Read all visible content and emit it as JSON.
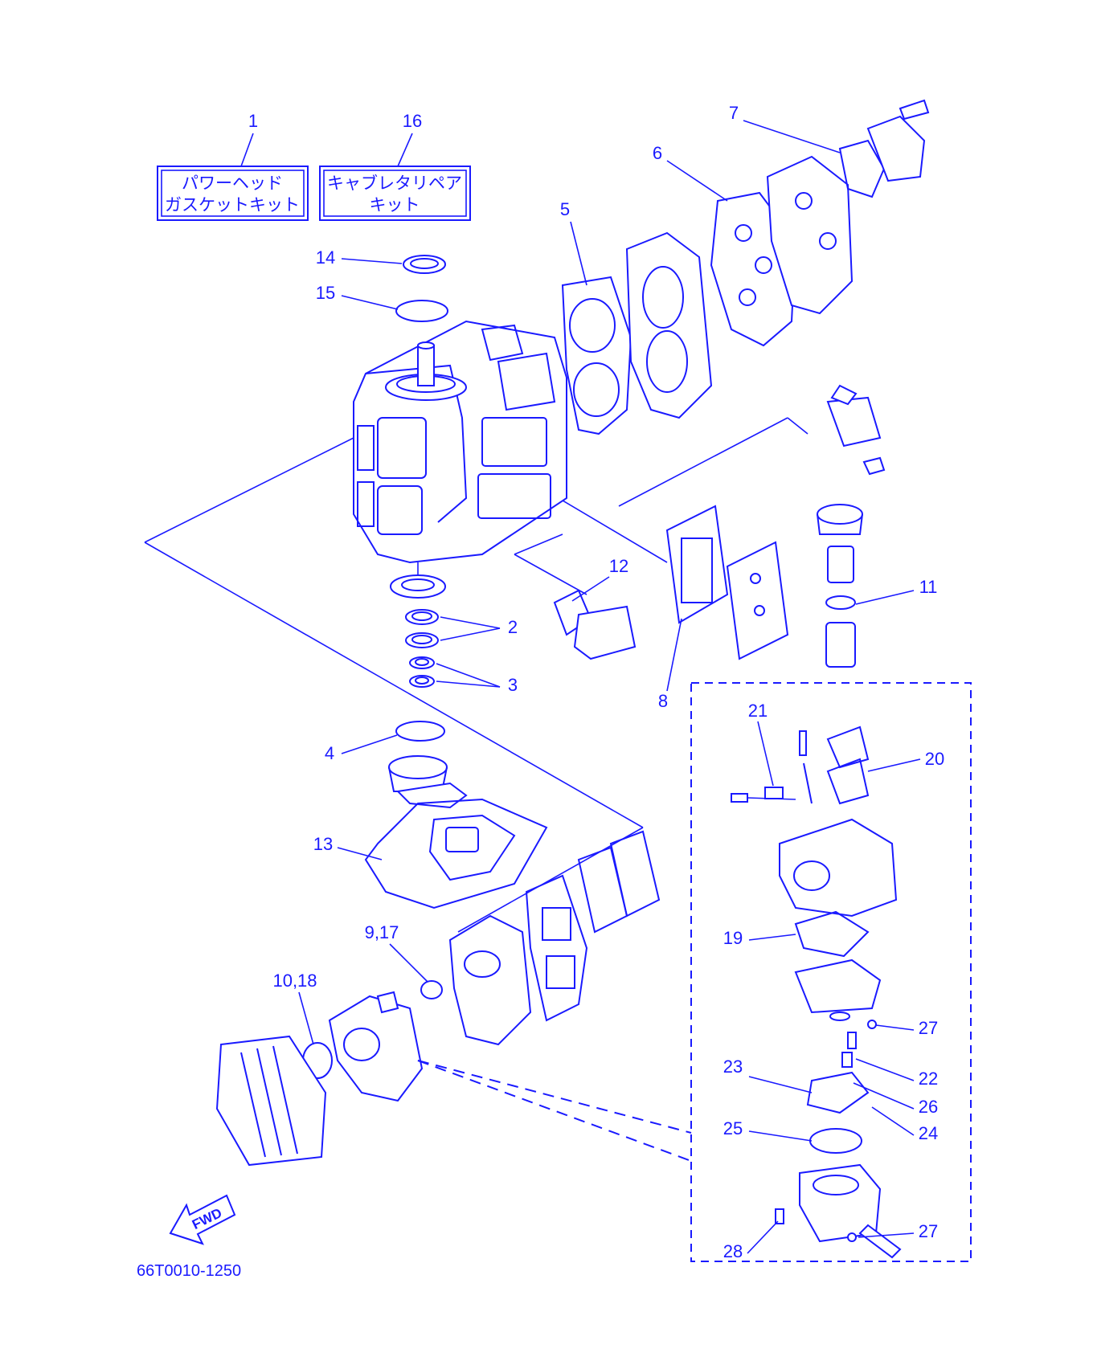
{
  "diagram": {
    "code": "66T0010-1250",
    "fwd_label": "FWD",
    "kits": {
      "k1": {
        "ref": "1",
        "line1": "パワーヘッド",
        "line2": "ガスケットキット"
      },
      "k16": {
        "ref": "16",
        "line1": "キャブレタリペア",
        "line2": "キット"
      }
    },
    "callouts": {
      "c2": "2",
      "c3": "3",
      "c4": "4",
      "c5": "5",
      "c6": "6",
      "c7": "7",
      "c8": "8",
      "c9": "9,17",
      "c10": "10,18",
      "c11": "11",
      "c12": "12",
      "c13": "13",
      "c14": "14",
      "c15": "15",
      "c19": "19",
      "c20": "20",
      "c21": "21",
      "c22": "22",
      "c23": "23",
      "c24": "24",
      "c25": "25",
      "c26": "26",
      "c27a": "27",
      "c27b": "27",
      "c28": "28"
    },
    "colors": {
      "ink": "#1a1aff",
      "background": "#ffffff"
    }
  }
}
